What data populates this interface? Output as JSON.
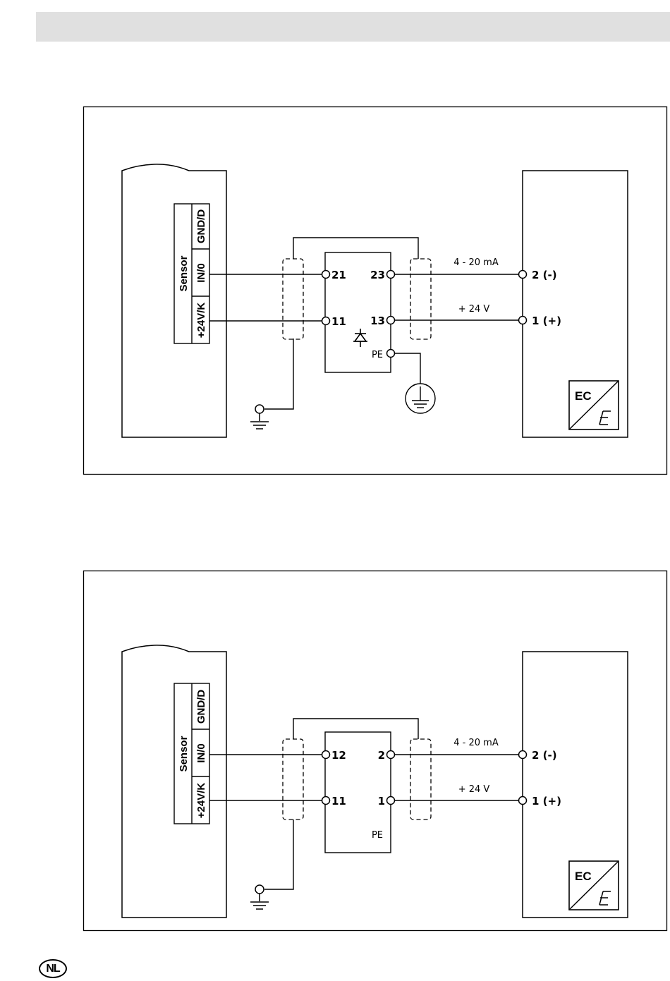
{
  "page_language_badge": "NL",
  "diagrams": [
    {
      "sensor": {
        "title": "Sensor",
        "terminals": [
          "GND/D",
          "IN/0",
          "+24V/K"
        ]
      },
      "barrier": {
        "in_top": "21",
        "in_bottom": "11",
        "out_top": "23",
        "out_bottom": "13",
        "pe": "PE",
        "has_diode": true,
        "has_earth": true
      },
      "signal_label": "4 - 20 mA",
      "supply_label": "+ 24 V",
      "ec_terminals": [
        "2 (-)",
        "1 (+)"
      ],
      "ec_logo": "EC"
    },
    {
      "sensor": {
        "title": "Sensor",
        "terminals": [
          "GND/D",
          "IN/0",
          "+24V/K"
        ]
      },
      "barrier": {
        "in_top": "12",
        "in_bottom": "11",
        "out_top": "2",
        "out_bottom": "1",
        "pe": "PE",
        "has_diode": false,
        "has_earth": false
      },
      "signal_label": "4 - 20 mA",
      "supply_label": "+ 24 V",
      "ec_terminals": [
        "2 (-)",
        "1 (+)"
      ],
      "ec_logo": "EC"
    }
  ]
}
